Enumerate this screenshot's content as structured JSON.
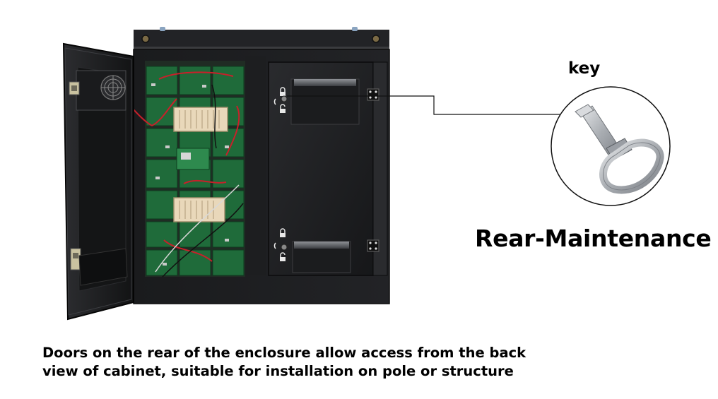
{
  "callout": {
    "key_label": "key"
  },
  "headline": "Rear-Maintenance",
  "caption": {
    "line1": "Doors on the rear of the enclosure allow access from the back",
    "line2": "view of cabinet, suitable for installation on pole or structure"
  },
  "colors": {
    "cabinet": "#1b1c1e",
    "cabinet_edge": "#3a3b3e",
    "pcb": "#1e6b3a",
    "power_supply": "#e8d6b8",
    "key_metal": "#b9bcc0"
  },
  "icons": [
    "lock-icon",
    "unlock-icon",
    "cooling-fan-icon",
    "hinge-icon",
    "door-handle-icon"
  ]
}
